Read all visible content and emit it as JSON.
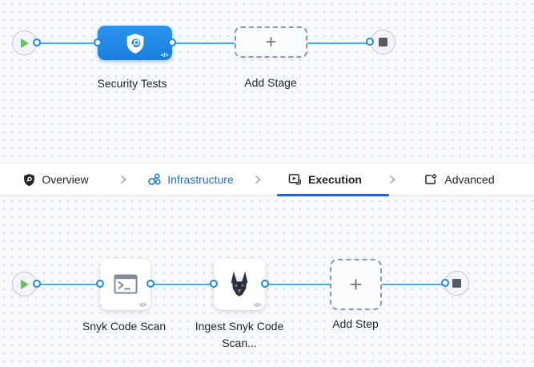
{
  "colors": {
    "stage_blue": "#1f88e5",
    "connector_blue": "#47abf5",
    "port_ring_blue": "#1e88e5",
    "active_tab_underline": "#2165c0",
    "infrastructure_link_blue": "#1a6fd0",
    "play_green": "#68bf60",
    "stop_gray": "#565a66",
    "canvas_bg": "#f8fafc"
  },
  "stage_flow": {
    "start_icon": "play-icon",
    "stage": {
      "label": "Security Tests",
      "icon": "security-shield-icon"
    },
    "add_stage": {
      "label": "Add Stage",
      "plus": "+"
    },
    "stop_icon": "stop-icon",
    "code_glyph": "</>"
  },
  "tab_bar": {
    "separator_icon": "chevron-right-icon",
    "tabs": [
      {
        "label": "Overview",
        "icon": "overview-shield-icon",
        "active": false
      },
      {
        "label": "Infrastructure",
        "icon": "infrastructure-nodes-icon",
        "active": false
      },
      {
        "label": "Execution",
        "icon": "execution-play-icon",
        "active": true
      },
      {
        "label": "Advanced",
        "icon": "advanced-gear-icon",
        "active": false
      }
    ]
  },
  "step_flow": {
    "start_icon": "play-icon",
    "steps": [
      {
        "label": "Snyk Code Scan",
        "icon": "terminal-icon"
      },
      {
        "label": "Ingest Snyk Code Scan...",
        "icon": "snyk-doberman-icon"
      }
    ],
    "add_step": {
      "label": "Add Step",
      "plus": "+"
    },
    "stop_icon": "stop-icon",
    "code_glyph": "</>"
  }
}
